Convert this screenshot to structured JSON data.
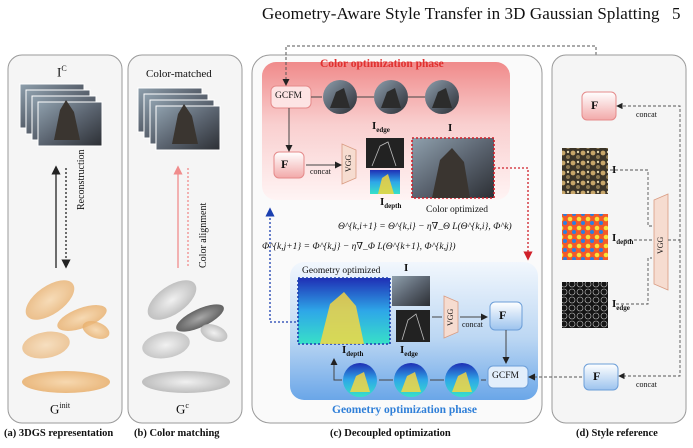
{
  "header": {
    "title": "Geometry-Aware Style Transfer in 3D Gaussian Splatting",
    "page_number": "5"
  },
  "panels": {
    "a": {
      "caption": "(a) 3DGS representation",
      "image_label_top": "I",
      "image_label_top_sup": "C",
      "arrow_label": "Reconstruction",
      "gaussian_label": "G",
      "gaussian_label_sup": "init"
    },
    "b": {
      "caption": "(b) Color matching",
      "top_text": "Color-matched",
      "arrow_label": "Color alignment",
      "gaussian_label": "G",
      "gaussian_label_sup": "c"
    },
    "c": {
      "caption": "(c) Decoupled optimization",
      "color_phase_title": "Color optimization phase",
      "geometry_phase_title": "Geometry optimization phase",
      "gcfm_top": "GCFM",
      "gcfm_bottom": "GCFM",
      "vgg_top": "VGG",
      "vgg_bottom": "VGG",
      "concat_top": "concat",
      "concat_bottom": "concat",
      "color_optimized": "Color optimized",
      "geometry_optimized": "Geometry optimized",
      "eq_theta": "Θ^{k,i+1} = Θ^{k,i} − η∇_Θ L(Θ^{k,i}, Φ^k)",
      "eq_phi": "Φ^{k,j+1} = Φ^{k,j} − η∇_Φ L(Θ^{k+1}, Φ^{k,j})",
      "labels": {
        "FR": "F",
        "IR": "I",
        "IR_edge": "I",
        "IR_depth": "I"
      }
    },
    "d": {
      "caption": "(d) Style reference",
      "vgg": "VGG",
      "concat_top": "concat",
      "concat_bottom": "concat",
      "labels": {
        "IS": "I",
        "IS_depth": "I",
        "IS_edge": "I",
        "FS": "F"
      }
    }
  },
  "colors": {
    "panel_border": "#9a9a9a",
    "color_phase": "#f3b3b3",
    "geometry_phase": "#b7d3f2",
    "red_title": "#e0302f",
    "blue_title": "#2f7fd8",
    "red_dotted": "#d0202a",
    "blue_dotted": "#1b3fb0",
    "vgg_fill": "#f6dcd0"
  }
}
